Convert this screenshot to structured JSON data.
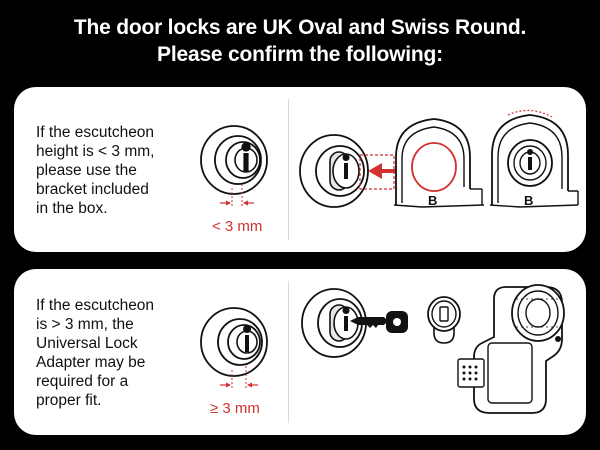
{
  "header": {
    "line1": "The door locks are UK Oval and Swiss Round.",
    "line2": "Please confirm the following:"
  },
  "panels": [
    {
      "note_lines": [
        "If the escutcheon",
        "height is < 3 mm,",
        "please use the",
        "bracket included",
        "in the box."
      ],
      "measure_label": "< 3 mm",
      "lock_letters": [
        "B",
        "B"
      ]
    },
    {
      "note_lines": [
        "If the escutcheon",
        "is > 3 mm, the",
        "Universal Lock",
        "Adapter may be",
        "required for a",
        "proper fit."
      ],
      "measure_label": "≥ 3 mm"
    }
  ],
  "colors": {
    "background": "#000000",
    "panel": "#ffffff",
    "accent_red": "#d0322f",
    "line": "#111111"
  }
}
